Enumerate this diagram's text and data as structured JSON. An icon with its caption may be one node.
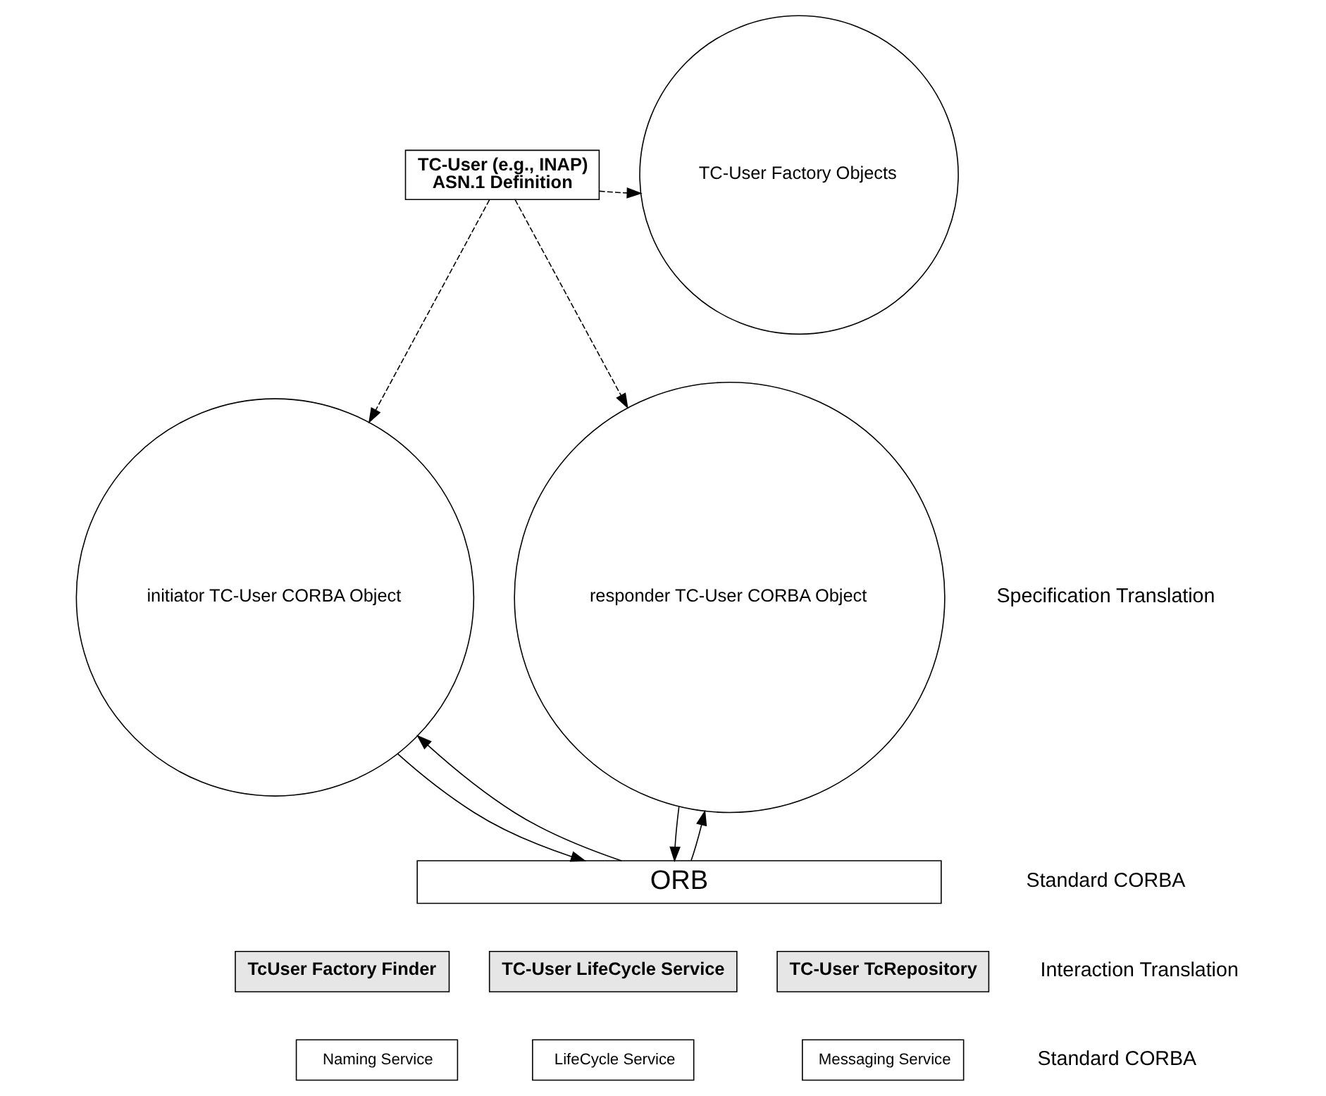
{
  "diagram": {
    "nodes": [
      {
        "text": [
          "TC-User (e.g., INAP)",
          "ASN.1 Definition"
        ]
      },
      {
        "text": [
          "TC-User Factory Objects"
        ]
      },
      {
        "text": [
          "initiator TC-User CORBA Object"
        ]
      },
      {
        "text": [
          "responder TC-User CORBA Object"
        ]
      },
      {
        "text": [
          "ORB"
        ]
      },
      {
        "text": [
          "TcUser Factory Finder"
        ]
      },
      {
        "text": [
          "TC-User LifeCycle Service"
        ]
      },
      {
        "text": [
          "TC-User TcRepository"
        ]
      },
      {
        "text": [
          "Naming Service"
        ]
      },
      {
        "text": [
          "LifeCycle Service"
        ]
      },
      {
        "text": [
          "Messaging Service"
        ]
      }
    ],
    "edges": [
      {
        "from": 0,
        "to": 1,
        "arrow": "to",
        "style": "dashed"
      },
      {
        "from": 0,
        "to": 2,
        "arrow": "to",
        "style": "dashed"
      },
      {
        "from": 0,
        "to": 3,
        "arrow": "to",
        "style": "dashed"
      },
      {
        "from": 4,
        "to": 2,
        "arrow": "to"
      },
      {
        "from": 2,
        "to": 4,
        "arrow": "to"
      },
      {
        "from": 4,
        "to": 3,
        "arrow": "to"
      },
      {
        "from": 3,
        "to": 4,
        "arrow": "to"
      }
    ],
    "labels": [
      "Specification Translation",
      "Standard CORBA",
      "Interaction Translation",
      "Standard CORBA"
    ]
  }
}
